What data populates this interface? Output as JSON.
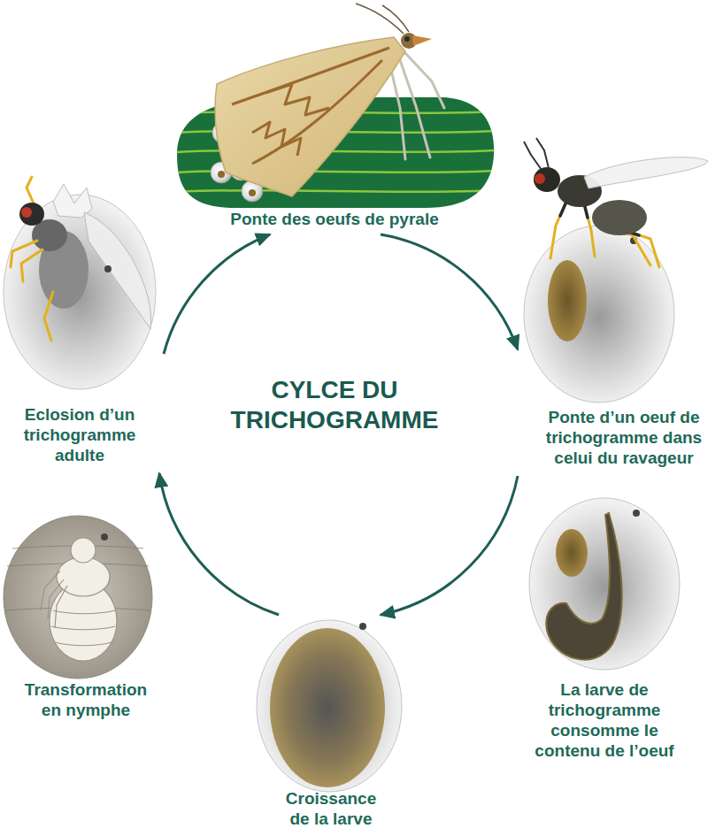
{
  "diagram": {
    "title": "CYLCE DU TRICHOGRAMME",
    "nodes": [
      {
        "text": [
          "Ponte des oeufs de pyrale"
        ]
      },
      {
        "text": [
          "Ponte d’un oeuf de trichogramme dans celui du ravageur"
        ]
      },
      {
        "text": [
          "La larve de trichogramme consomme le contenu de l’oeuf"
        ]
      },
      {
        "text": [
          "Croissance de la larve"
        ]
      },
      {
        "text": [
          "Transformation en nymphe"
        ]
      },
      {
        "text": [
          "Eclosion d’un trichogramme adulte"
        ]
      }
    ],
    "edges": [
      {
        "from": 0,
        "to": 1,
        "arrow": "to"
      },
      {
        "from": 1,
        "to": 3,
        "arrow": "to"
      },
      {
        "from": 3,
        "to": 5,
        "arrow": "to"
      },
      {
        "from": 5,
        "to": 0,
        "arrow": "to"
      }
    ]
  }
}
